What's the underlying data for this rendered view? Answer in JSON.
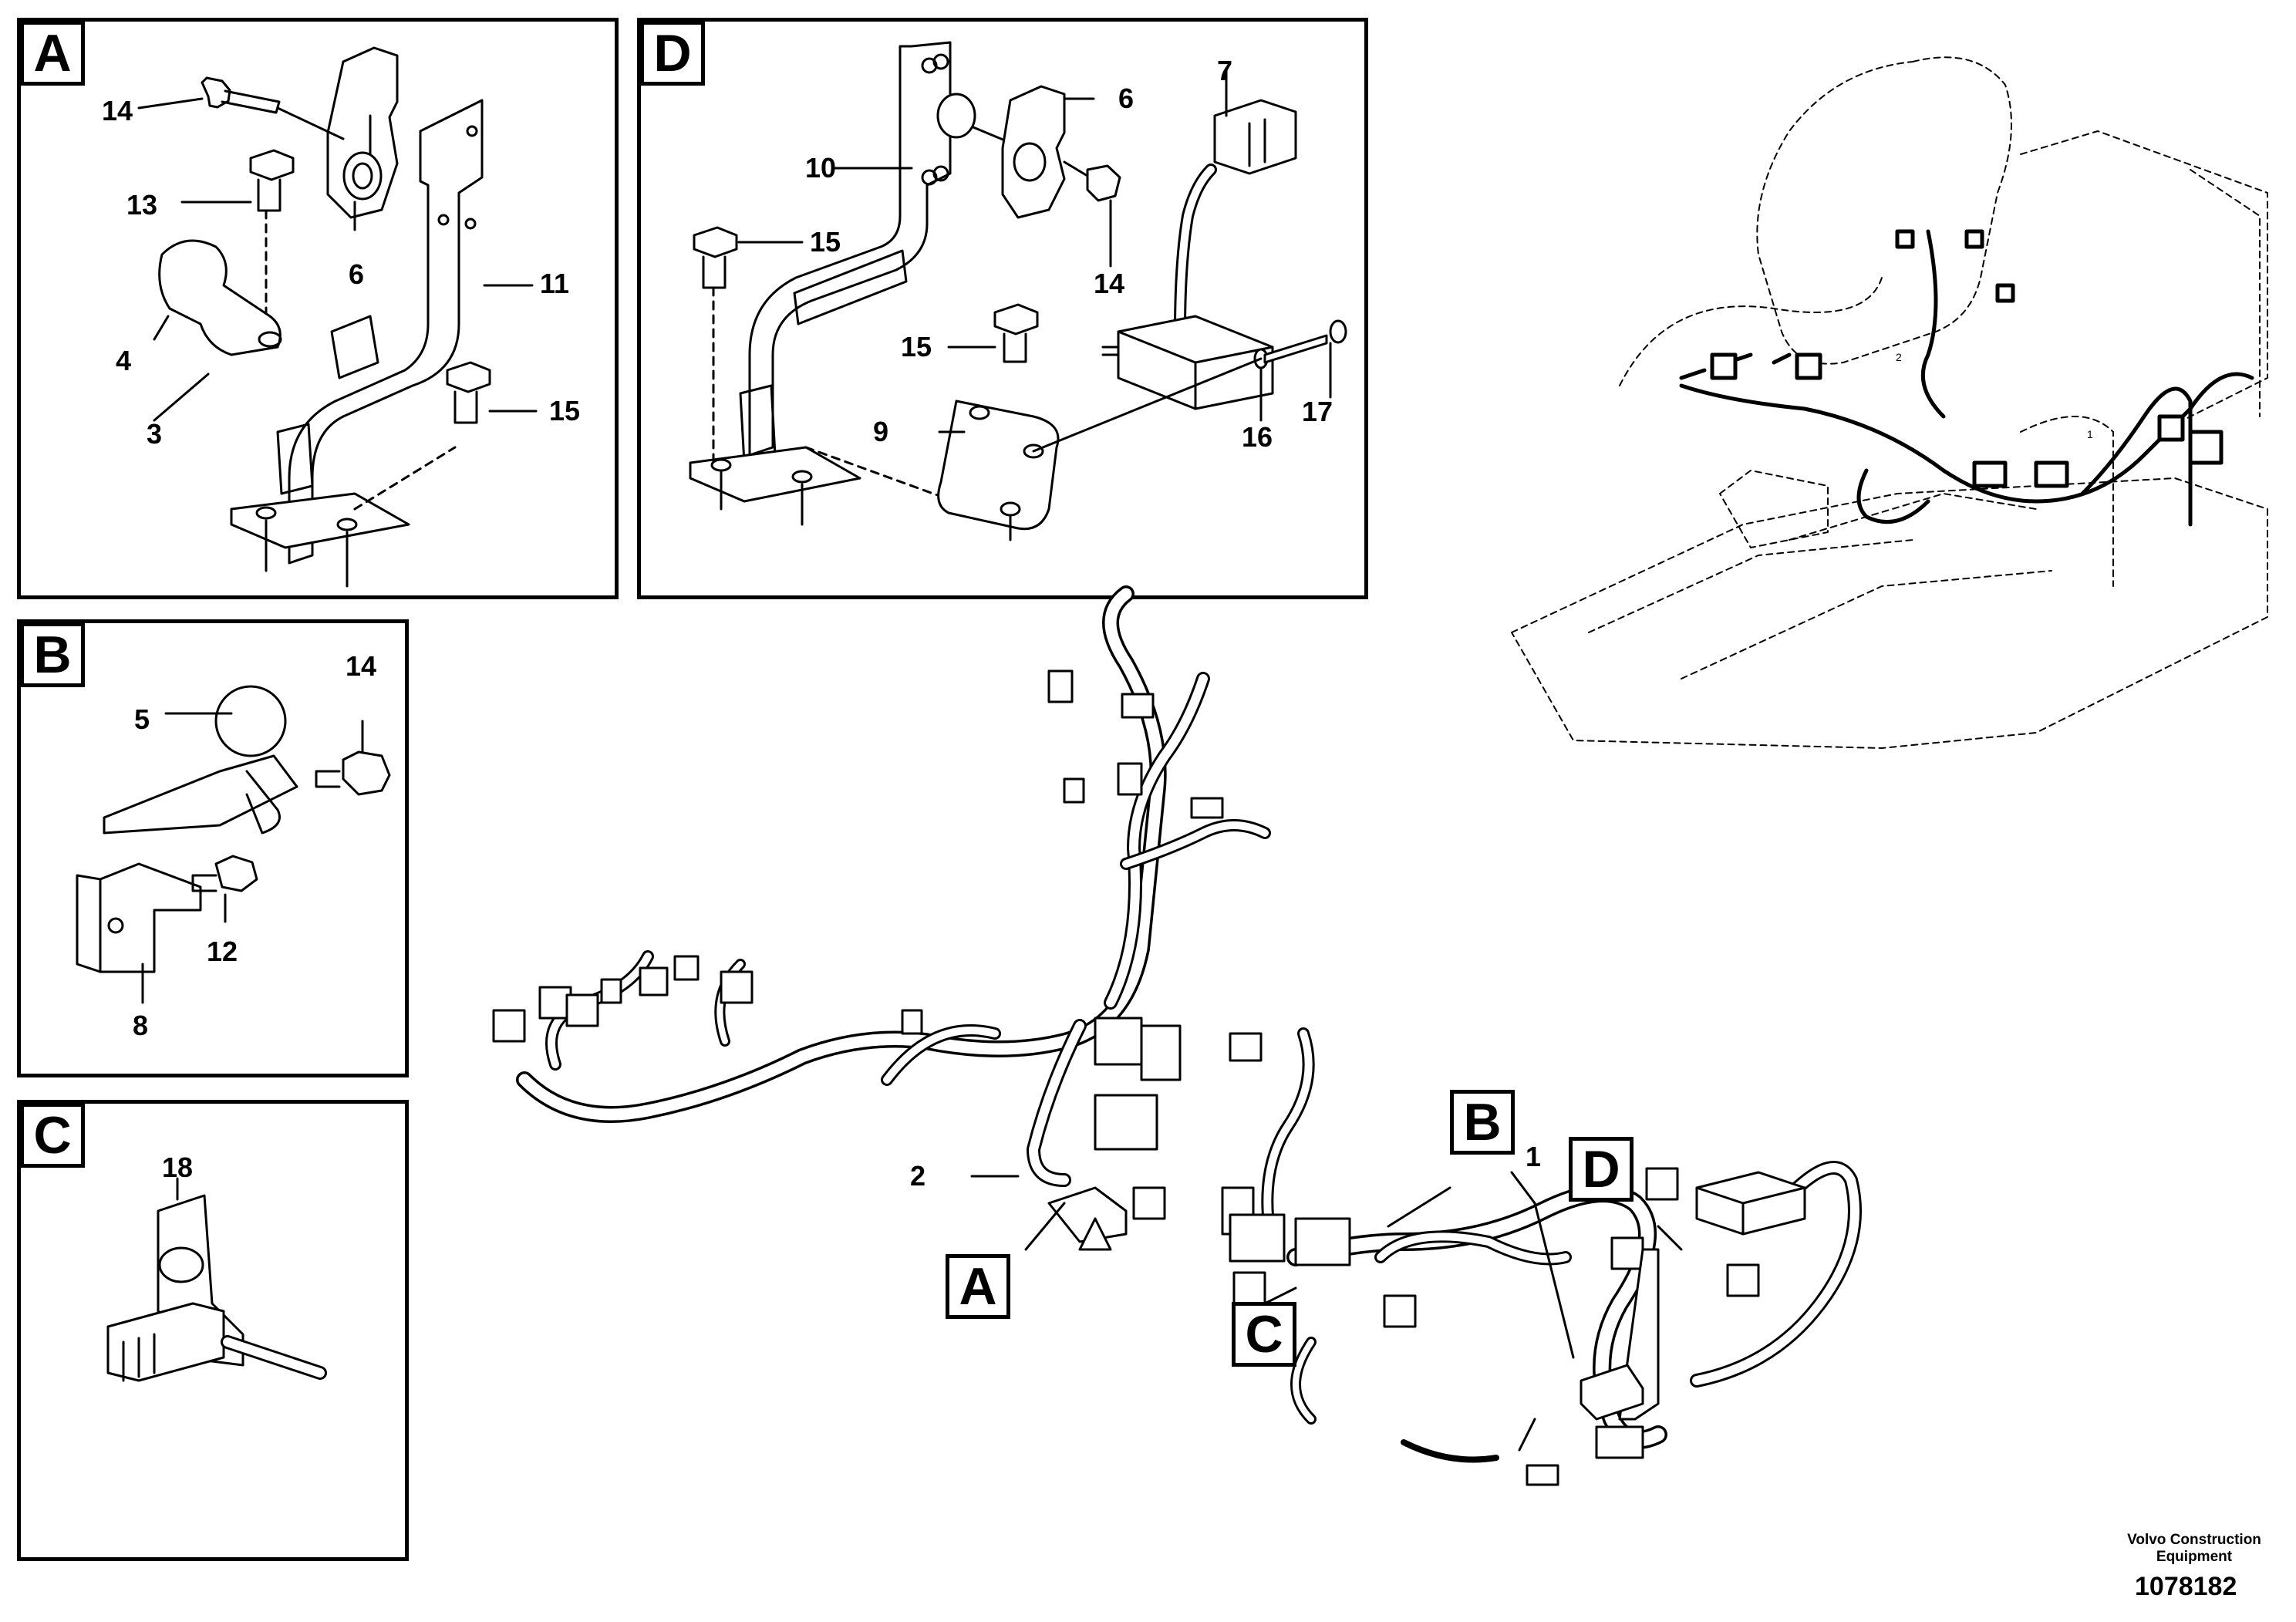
{
  "panels": {
    "A": {
      "letter": "A",
      "labels": {
        "p14": "14",
        "p13": "13",
        "p6": "6",
        "p11": "11",
        "p4": "4",
        "p3": "3",
        "p15": "15"
      }
    },
    "D": {
      "letter": "D",
      "labels": {
        "p7": "7",
        "p10": "10",
        "p6": "6",
        "p15a": "15",
        "p14": "14",
        "p15b": "15",
        "p9": "9",
        "p16": "16",
        "p17": "17"
      }
    },
    "B": {
      "letter": "B",
      "labels": {
        "p14": "14",
        "p5": "5",
        "p12": "12",
        "p8": "8"
      }
    },
    "C": {
      "letter": "C",
      "labels": {
        "p18": "18"
      }
    }
  },
  "main": {
    "callouts": {
      "A": "A",
      "B": "B",
      "C": "C",
      "D": "D"
    },
    "labels": {
      "p1": "1",
      "p2": "2"
    }
  },
  "overview": {
    "labels": {
      "p1": "1",
      "p2": "2"
    }
  },
  "footer": {
    "brand_line1": "Volvo Construction",
    "brand_line2": "Equipment",
    "doc_number": "1078182"
  }
}
